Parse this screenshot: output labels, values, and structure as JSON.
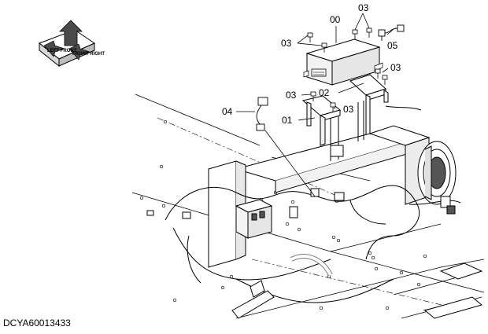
{
  "direction_icon": {
    "front_left": "LEFT FRONT",
    "front_right": "FRONT RIGHT"
  },
  "callouts": {
    "c00": "00",
    "c01": "01",
    "c02": "02",
    "c03a": "03",
    "c03b": "03",
    "c03c": "03",
    "c03d": "03",
    "c03e": "03",
    "c04": "04",
    "c05": "05"
  },
  "document_code": "DCYA60013433"
}
